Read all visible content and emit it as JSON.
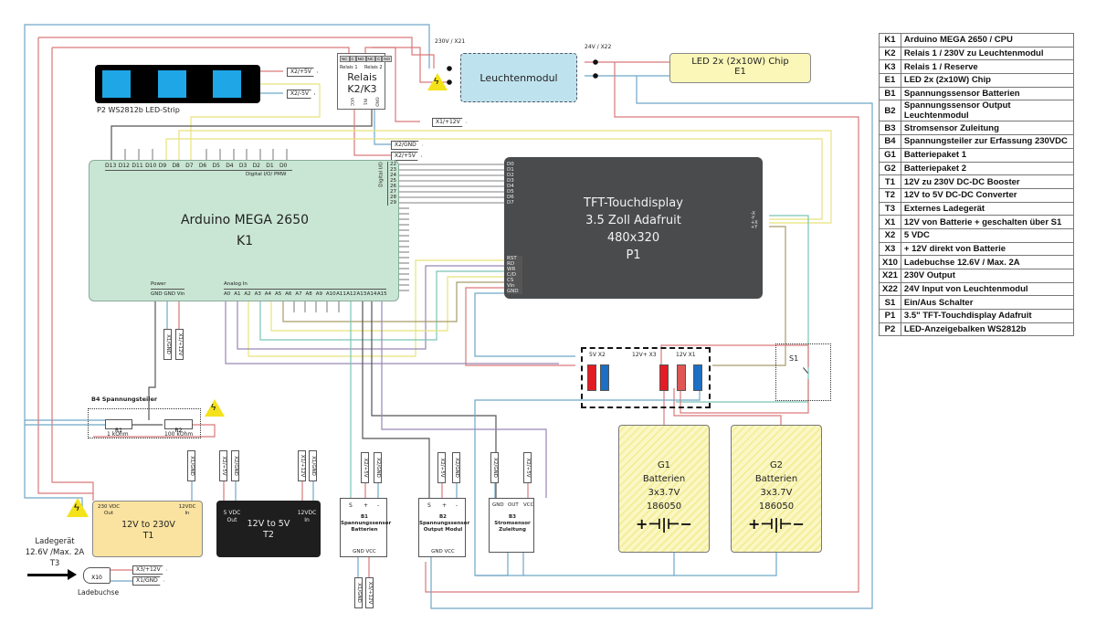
{
  "legend": [
    {
      "code": "K1",
      "desc": "Arduino MEGA 2650 / CPU"
    },
    {
      "code": "K2",
      "desc": "Relais 1 / 230V zu Leuchtenmodul"
    },
    {
      "code": "K3",
      "desc": "Relais 1 / Reserve"
    },
    {
      "code": "E1",
      "desc": "LED 2x (2x10W) Chip"
    },
    {
      "code": "B1",
      "desc": "Spannungssensor Batterien"
    },
    {
      "code": "B2",
      "desc": "Spannungssensor Output Leuchtenmodul"
    },
    {
      "code": "B3",
      "desc": "Stromsensor Zuleitung"
    },
    {
      "code": "B4",
      "desc": "Spannungsteiler zur Erfassung 230VDC"
    },
    {
      "code": "G1",
      "desc": "Batteriepaket 1"
    },
    {
      "code": "G2",
      "desc": "Batteriepaket 2"
    },
    {
      "code": "T1",
      "desc": "12V zu 230V DC-DC Booster"
    },
    {
      "code": "T2",
      "desc": "12V to 5V DC-DC Converter"
    },
    {
      "code": "T3",
      "desc": "Externes Ladegerät"
    },
    {
      "code": "X1",
      "desc": "12V von Batterie + geschalten über S1"
    },
    {
      "code": "X2",
      "desc": "5 VDC"
    },
    {
      "code": "X3",
      "desc": "+ 12V direkt von Batterie"
    },
    {
      "code": "X10",
      "desc": "Ladebuchse 12.6V / Max. 2A"
    },
    {
      "code": "X21",
      "desc": "230V Output"
    },
    {
      "code": "X22",
      "desc": "24V Input von Leuchtenmodul"
    },
    {
      "code": "S1",
      "desc": "Ein/Aus Schalter"
    },
    {
      "code": "P1",
      "desc": "3.5\" TFT-Touchdisplay Adafruit"
    },
    {
      "code": "P2",
      "desc": "LED-Anzeigebalken WS2812b"
    }
  ],
  "led_strip": {
    "label": "P2   WS2812b LED-Strip",
    "tag_plus": "X2/+5V",
    "tag_minus": "X2/-5V"
  },
  "relais": {
    "pins": [
      "NC",
      "C",
      "NO",
      "NC",
      "C",
      "NO"
    ],
    "relais1": "Relais 1",
    "relais2": "Relais 2",
    "title": "Relais",
    "ref": "K2/K3",
    "bottom_pins": [
      "VCC",
      "IN1",
      "GND"
    ],
    "tag_x1": "X1/+12V",
    "tag_gnd": "X2/GND",
    "tag_5v": "X2/+5V"
  },
  "x21_label": "230V / X21",
  "x22_label": "24V / X22",
  "leuchtenmodul": "Leuchtenmodul",
  "led_chip": {
    "line1": "LED 2x (2x10W) Chip",
    "line2": "E1"
  },
  "arduino": {
    "title": "Arduino MEGA 2650",
    "ref": "K1",
    "digital_pins": [
      "D13",
      "D12",
      "D11",
      "D10",
      "D9",
      "D8",
      "D7",
      "D6",
      "D5",
      "D4",
      "D3",
      "D2",
      "D1",
      "D0"
    ],
    "digital_label": "Digital I/O/ PMW",
    "digital_io_label": "Digital I/O",
    "io_pins": [
      "22",
      "23",
      "24",
      "25",
      "26",
      "27",
      "28",
      "29"
    ],
    "power_label": "Power",
    "power_pins": "GND GND Vin",
    "analog_label": "Analog In",
    "analog_pins": [
      "A0",
      "A1",
      "A2",
      "A3",
      "A4",
      "A5",
      "A6",
      "A7",
      "A8",
      "A9",
      "A10",
      "A11",
      "A12",
      "A13",
      "A14",
      "A15"
    ],
    "tag_gnd": "X1/GND",
    "tag_12v": "X1/+12V"
  },
  "tft": {
    "line1": "TFT-Touchdisplay",
    "line2": "3.5 Zoll Adafruit",
    "line3": "480x320",
    "line4": "P1",
    "data_pins": [
      "D0",
      "D1",
      "D2",
      "D3",
      "D4",
      "D5",
      "D6",
      "D7"
    ],
    "ctrl_pins": [
      "RST",
      "RD",
      "WR",
      "C/D",
      "CS",
      "Vin",
      "GND"
    ],
    "touch_pins": [
      "-X",
      "-Y",
      "+X",
      "+Y"
    ]
  },
  "b4": {
    "title": "B4 Spannungsteiler",
    "r1": "R1",
    "r1_value": "1 kOhm",
    "r2": "R2",
    "r2_value": "100 kOhm"
  },
  "connectors": {
    "x2": "5V X2",
    "x3": "12V+ X3",
    "x1": "12V X1"
  },
  "s1": "S1",
  "t1": {
    "out": "230 VDC",
    "out2": "Out",
    "in": "12VDC",
    "in2": "In",
    "line1": "12V to 230V",
    "line2": "T1",
    "tag": "X1/GND"
  },
  "t2": {
    "out": "5 VDC",
    "out2": "Out",
    "in": "12VDC",
    "in2": "In",
    "line1": "12V to 5V",
    "line2": "T2",
    "tags": [
      "X2/+5V",
      "X2/GND",
      "X1/+12V",
      "X1/GND"
    ]
  },
  "charger": {
    "line1": "Ladegerät",
    "line2": "12.6V /Max. 2A",
    "line3": "T3",
    "jack": "X10",
    "jack_label": "Ladebuchse",
    "tag_12v": "X3/+12V",
    "tag_gnd": "X1/GND"
  },
  "b1": {
    "pins": [
      "S",
      "+",
      "-"
    ],
    "ref": "B1",
    "line1": "Spannungssensor",
    "line2": "Batterien",
    "bottom": "GND VCC",
    "tags_top": [
      "X2/+5V",
      "X2/GND"
    ],
    "tags_bottom": [
      "X1/GND",
      "X3/+12V"
    ]
  },
  "b2": {
    "pins": [
      "S",
      "+",
      "-"
    ],
    "ref": "B2",
    "line1": "Spannungssensor",
    "line2": "Output Modul",
    "bottom": "GND VCC",
    "tags_top": [
      "X2/+5V",
      "X2/GND"
    ]
  },
  "b3": {
    "pins": [
      "GND",
      "OUT",
      "VCC"
    ],
    "ref": "B3",
    "line1": "Stromsensor",
    "line2": "Zuleitung",
    "tags_top": [
      "X2/GND",
      "X2/+5V"
    ]
  },
  "g1": {
    "ref": "G1",
    "line1": "Batterien",
    "line2": "3x3.7V",
    "line3": "186050"
  },
  "g2": {
    "ref": "G2",
    "line1": "Batterien",
    "line2": "3x3.7V",
    "line3": "186050"
  },
  "colors": {
    "red": "#d9797a",
    "blue": "#6fa6c7",
    "yellow": "#e8e27a",
    "teal": "#7cc3b5",
    "purple": "#9a86b5",
    "olive": "#a89c6a",
    "arduino": "#c9e6d4",
    "tft": "#4a4b4d",
    "led_cyan": "#1fa6e6"
  }
}
